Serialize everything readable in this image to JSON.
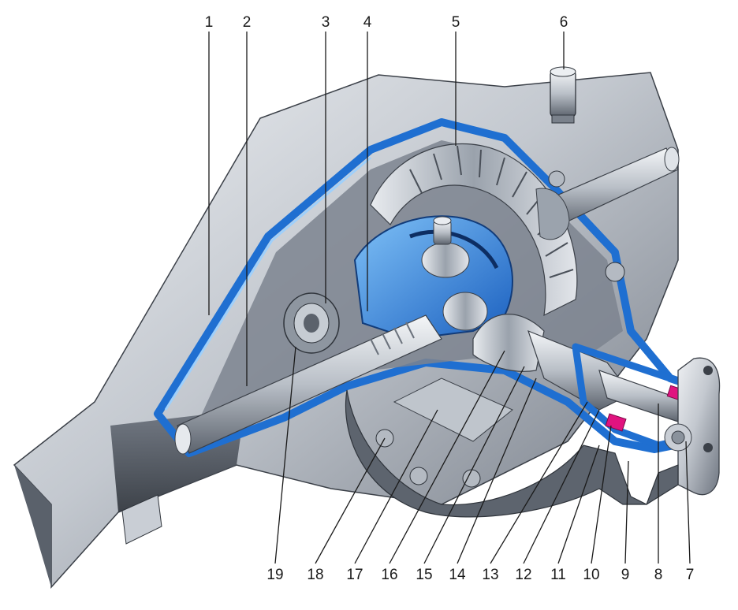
{
  "figure": {
    "colors": {
      "housing_light": "#d9dde3",
      "housing_mid": "#a9b0b9",
      "housing_dark": "#4f5661",
      "section_blue": "#1f6fd1",
      "section_blue_light": "#5fa8f0",
      "steel": "#c7ccd3",
      "seal_magenta": "#e0137f"
    },
    "callouts": [
      {
        "label": "1"
      },
      {
        "label": "2"
      },
      {
        "label": "3"
      },
      {
        "label": "4"
      },
      {
        "label": "5"
      },
      {
        "label": "6"
      },
      {
        "label": "7"
      },
      {
        "label": "8"
      },
      {
        "label": "9"
      },
      {
        "label": "10"
      },
      {
        "label": "11"
      },
      {
        "label": "12"
      },
      {
        "label": "13"
      },
      {
        "label": "14"
      },
      {
        "label": "15"
      },
      {
        "label": "16"
      },
      {
        "label": "17"
      },
      {
        "label": "18"
      },
      {
        "label": "19"
      }
    ]
  }
}
